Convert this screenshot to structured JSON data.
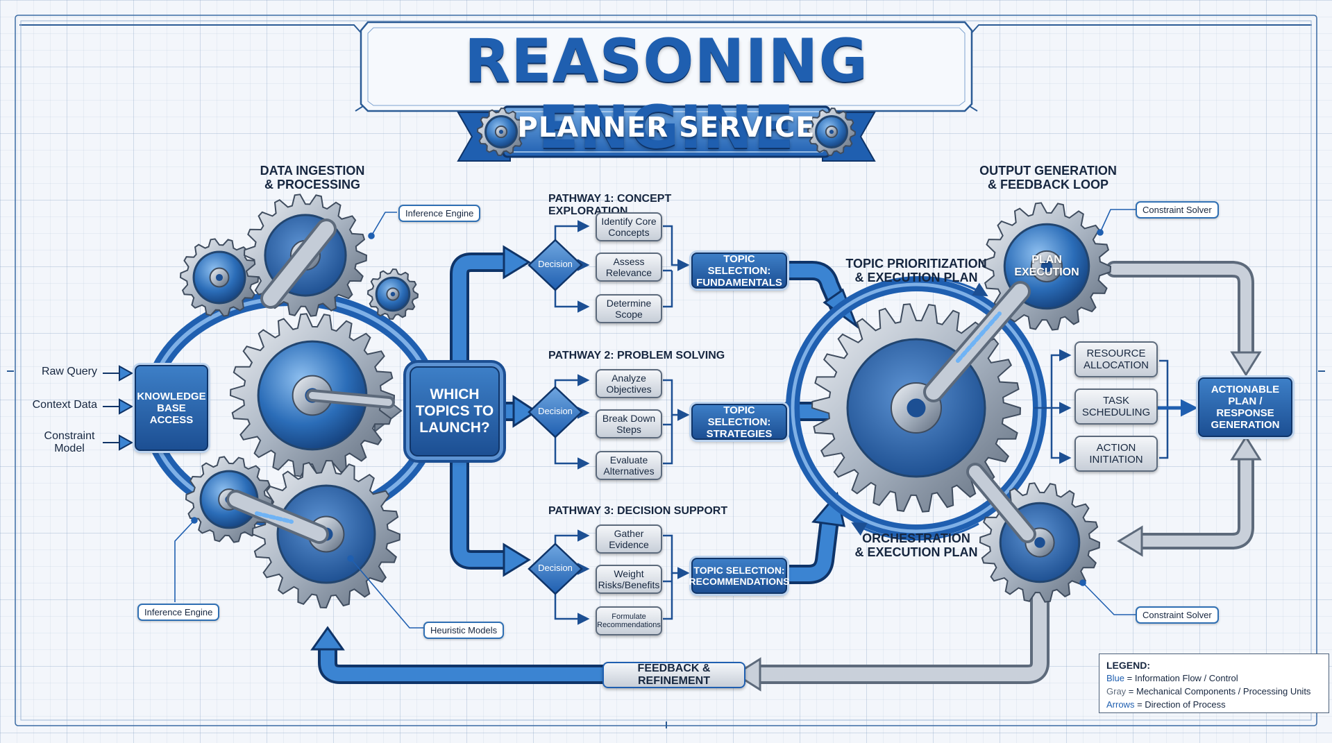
{
  "title": "REASONING ENGINE",
  "subtitle": "PLANNER SERVICE",
  "sections": {
    "ingestion": "DATA INGESTION\n& PROCESSING",
    "output": "OUTPUT GENERATION\n& FEEDBACK LOOP",
    "prioritization": "TOPIC PRIORITIZATION\n& EXECUTION PLAN",
    "orchestration": "ORCHESTRATION\n& EXECUTION PLAN"
  },
  "inputs": [
    "Raw Query",
    "Context Data",
    "Constraint\nModel"
  ],
  "knowledge_base": "KNOWLEDGE\nBASE\nACCESS",
  "decision_hub": "WHICH\nTOPICS TO\nLAUNCH?",
  "pathways": [
    {
      "title": "PATHWAY 1: CONCEPT EXPLORATION",
      "decision": "Decision",
      "steps": [
        "Identify Core\nConcepts",
        "Assess\nRelevance",
        "Determine\nScope"
      ],
      "selection": "TOPIC SELECTION:\nFUNDAMENTALS"
    },
    {
      "title": "PATHWAY 2: PROBLEM SOLVING",
      "decision": "Decision",
      "steps": [
        "Analyze\nObjectives",
        "Break Down\nSteps",
        "Evaluate\nAlternatives"
      ],
      "selection": "TOPIC SELECTION:\nSTRATEGIES"
    },
    {
      "title": "PATHWAY 3: DECISION SUPPORT",
      "decision": "Decision",
      "steps": [
        "Gather\nEvidence",
        "Weight\nRisks/Benefits",
        "Formulate\nRecommendations"
      ],
      "selection": "TOPIC SELECTION:\nRECOMMENDATIONS"
    }
  ],
  "plan_execution": "PLAN\nEXECUTION",
  "actions": [
    "RESOURCE\nALLOCATION",
    "TASK\nSCHEDULING",
    "ACTION\nINITIATION"
  ],
  "final_output": "ACTIONABLE\nPLAN / RESPONSE\nGENERATION",
  "feedback": "FEEDBACK & REFINEMENT",
  "callouts": {
    "inference_top": "Inference Engine",
    "inference_bottom": "Inference Engine",
    "heuristic": "Heuristic Models",
    "constraint_top": "Constraint Solver",
    "constraint_bottom": "Constraint Solver"
  },
  "legend": {
    "title": "LEGEND:",
    "blue_key": "Blue",
    "blue_text": " = Information Flow / Control",
    "gray_key": "Gray",
    "gray_text": " = Mechanical Components / Processing Units",
    "arrows_key": "Arrows",
    "arrows_text": " = Direction of Process"
  },
  "colors": {
    "blue": "#1f5fb0",
    "dark_blue": "#123a72",
    "gray": "#8a97a8",
    "background": "#f3f6fb"
  }
}
